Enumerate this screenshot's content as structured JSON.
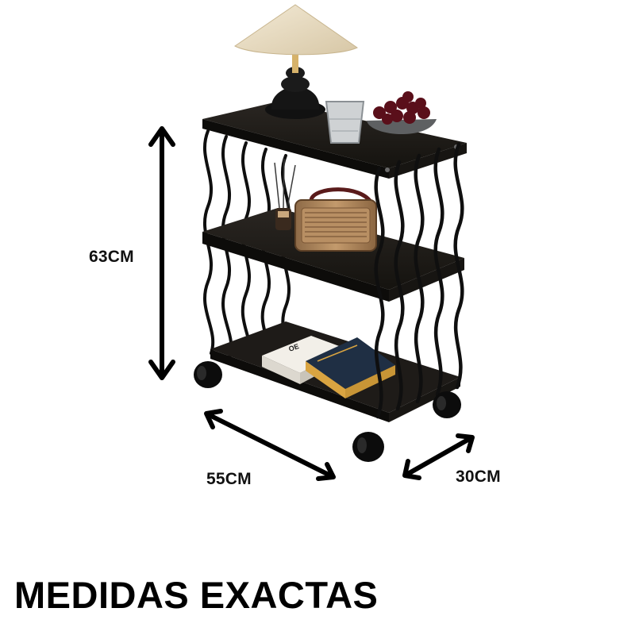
{
  "dimensions": {
    "height_label": "63CM",
    "width_label": "55CM",
    "depth_label": "30CM"
  },
  "caption": "MEDIDAS EXACTAS",
  "product": {
    "shelf_color": "#1c1a18",
    "frame_color": "#0f0f0f",
    "lamp_shade_color": "#e9dcc2",
    "radio_color": "#b0865c"
  }
}
